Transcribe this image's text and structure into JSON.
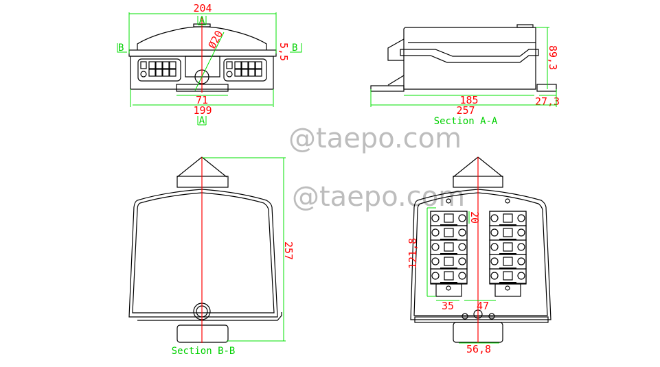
{
  "watermark": "@taepo.com",
  "top_view": {
    "dims": {
      "overall_width": "204",
      "base_width": "199",
      "mount_width": "71",
      "diameter": "Ø20",
      "lip": "5,5"
    },
    "section_marks": {
      "a": "A",
      "b": "B"
    }
  },
  "section_aa": {
    "title": "Section A-A",
    "dims": {
      "height": "89,3",
      "body_length": "185",
      "overall_length": "257",
      "flange": "27,3"
    }
  },
  "section_bb": {
    "title": "Section B-B",
    "dims": {
      "height": "257"
    }
  },
  "interior_view": {
    "dims": {
      "module_height": "121,8",
      "pitch": "20",
      "module_width": "35",
      "gap": "47",
      "tab_spacing": "56,8"
    },
    "modules_per_column": 5
  },
  "colors": {
    "outline": "#000000",
    "dimension_line": "#00e000",
    "dimension_text": "#ff0000",
    "centerline": "#ff0000"
  }
}
